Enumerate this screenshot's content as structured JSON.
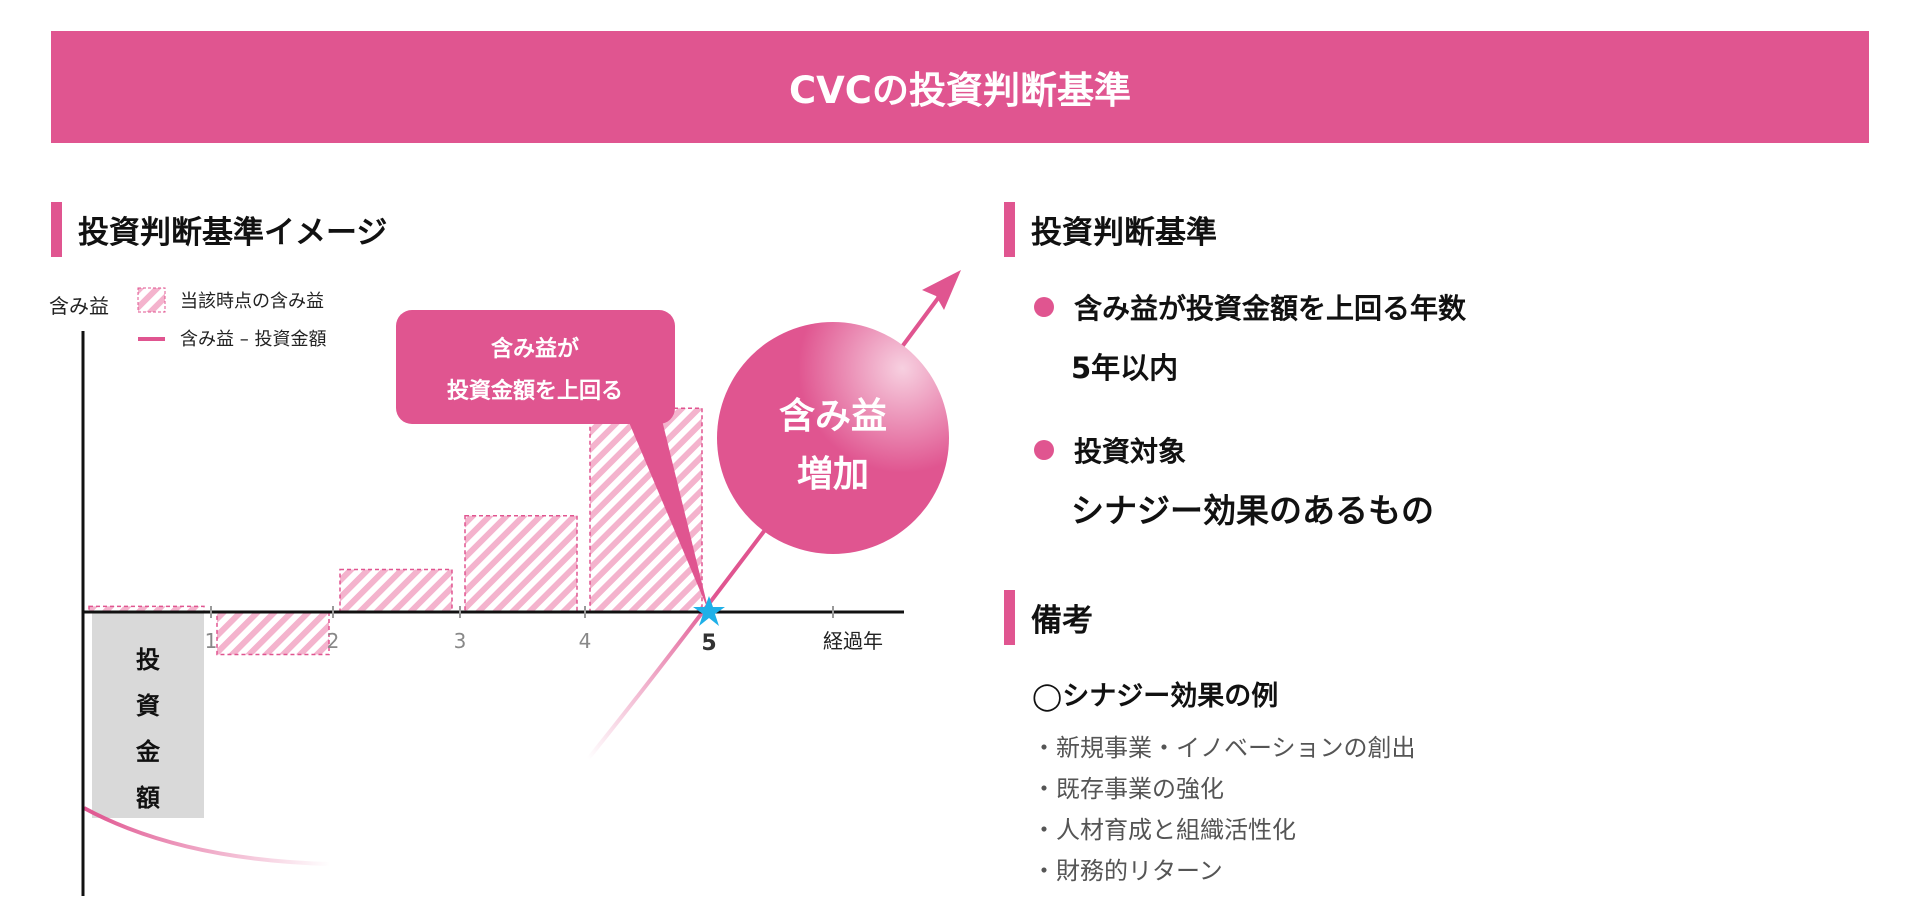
{
  "header": {
    "title": "CVCの投資判断基準"
  },
  "left": {
    "title": "投資判断基準イメージ",
    "y_label": "含み益",
    "x_label": "経過年",
    "x_ticks": [
      "1",
      "2",
      "3",
      "4",
      "5"
    ],
    "legend": [
      {
        "label": "当該時点の含み益",
        "icon": "hatched-box"
      },
      {
        "label": "含み益 – 投資金額",
        "icon": "line"
      }
    ],
    "investment_label": [
      "投",
      "資",
      "金",
      "額"
    ],
    "callout": {
      "line1": "含み益が",
      "line2": "投資金額を上回る"
    },
    "circle": {
      "line1": "含み益",
      "line2": "増加"
    },
    "colors": {
      "accent": "#e05590",
      "star": "#1fb0e8",
      "gray": "#d9d9d9"
    }
  },
  "chart_data": {
    "type": "bar",
    "categories": [
      "0-1",
      "1-2",
      "2-3",
      "3-4",
      "4-5"
    ],
    "values": [
      0.2,
      -1.5,
      1.5,
      3.4,
      7.2
    ],
    "xlabel": "経過年",
    "ylabel": "含み益",
    "series_line": "含み益 – 投資金額",
    "breakeven_year": 5
  },
  "right": {
    "title": "投資判断基準",
    "criteria": [
      {
        "label": "含み益が投資金額を上回る年数",
        "value": "5年以内"
      },
      {
        "label": "投資対象",
        "value": "シナジー効果のあるもの"
      }
    ],
    "notes_title": "備考",
    "example_title": "◯シナジー効果の例",
    "examples": [
      "・新規事業・イノベーションの創出",
      "・既存事業の強化",
      "・人材育成と組織活性化",
      "・財務的リターン"
    ]
  }
}
